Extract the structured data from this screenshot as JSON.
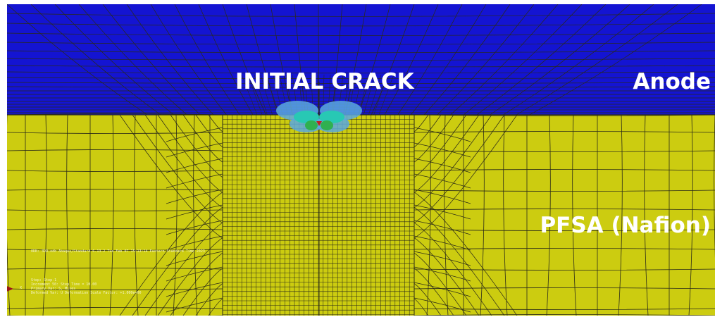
{
  "labels": {
    "initial_crack": "INITIAL CRACK",
    "anode": "Anode",
    "membrane": "PFSA (Nafion)"
  },
  "colors": {
    "anode": "#1414d2",
    "membrane": "#cccc10",
    "mesh_line": "#2a2a18",
    "crack_field_outer": "#5aa8e0",
    "crack_field_mid": "#28c8b4",
    "crack_field_inner": "#30b050",
    "crack_tip": "#c02020",
    "triad_arrow": "#9a1818"
  },
  "legend": {
    "header": "ODB: 3DD.odb    Abaqus/Standard 6.13-2    Tue Feb 07 15:13:14 Eastern Standard Time 2023",
    "step": "Step: Step-1",
    "increment": "Increment    50: Step Time =    10.00",
    "primary_var": "Primary Var: S, Mises",
    "deformed_var": "Deformed Var: U   Deformation Scale Factor: +1.000e+00",
    "axis_x": "X"
  }
}
